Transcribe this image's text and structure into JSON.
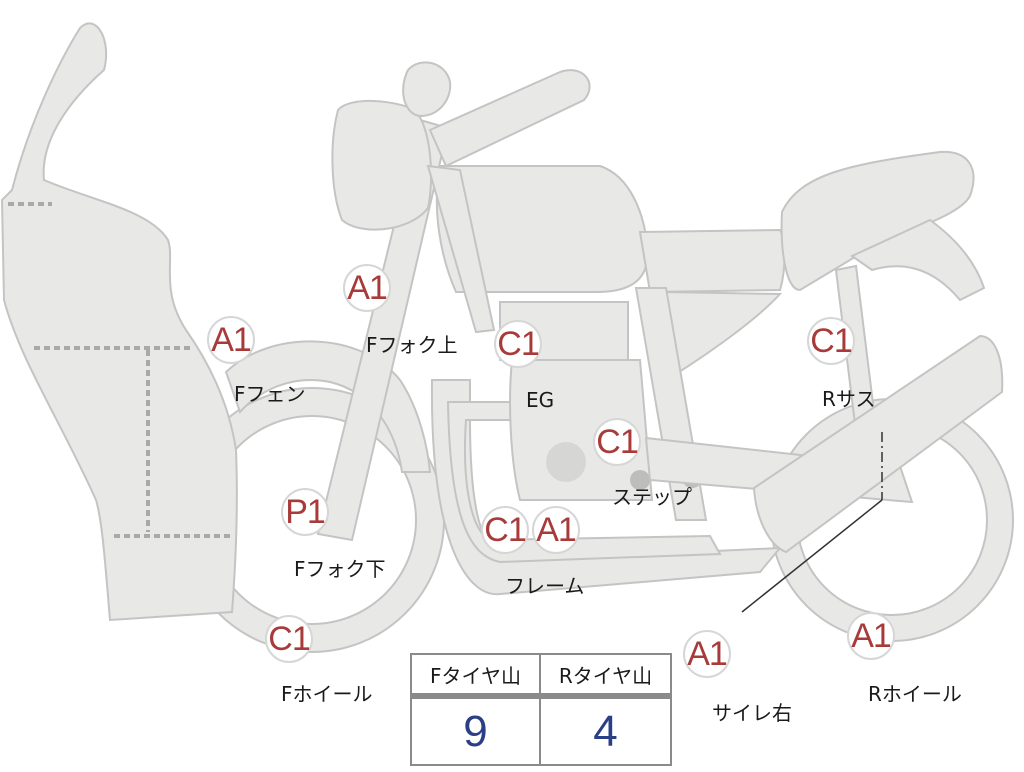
{
  "colors": {
    "part_fill": "#e8e8e6",
    "part_stroke": "#c4c4c4",
    "rating_text": "#a83a3a",
    "value_text": "#2a3f86"
  },
  "parts": [
    {
      "id": "f-fender",
      "rating": "A1",
      "label": "Fフェン"
    },
    {
      "id": "f-fork-upper",
      "rating": "A1",
      "label": "Fフォク上"
    },
    {
      "id": "engine",
      "rating": "C1",
      "label": "EG"
    },
    {
      "id": "r-suspension",
      "rating": "C1",
      "label": "Rサス"
    },
    {
      "id": "step",
      "rating": "C1",
      "label": "ステップ"
    },
    {
      "id": "f-fork-lower",
      "rating": "P1",
      "label": "Fフォク下"
    },
    {
      "id": "frame",
      "rating": [
        "C1",
        "A1"
      ],
      "label": "フレーム"
    },
    {
      "id": "f-wheel",
      "rating": "C1",
      "label": "Fホイール"
    },
    {
      "id": "muffler-right",
      "rating": "A1",
      "label": "サイレ右"
    },
    {
      "id": "r-wheel",
      "rating": "A1",
      "label": "Rホイール"
    }
  ],
  "tire_tread": {
    "headers": [
      "Fタイヤ山",
      "Rタイヤ山"
    ],
    "values": [
      "9",
      "4"
    ]
  }
}
